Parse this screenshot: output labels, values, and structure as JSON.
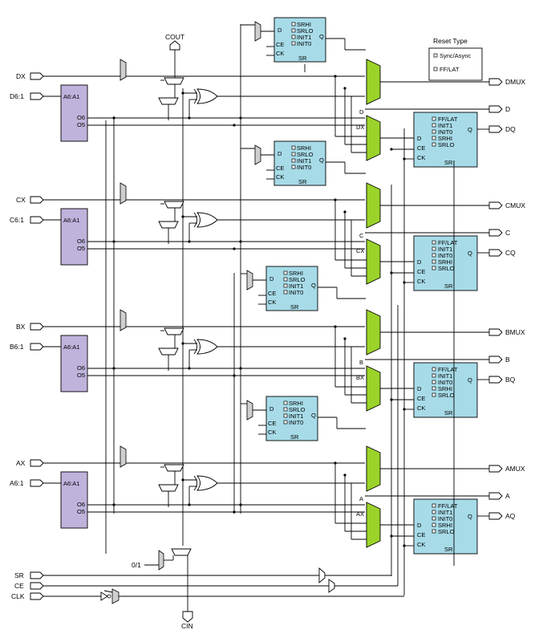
{
  "reset_type": {
    "title": "Reset Type",
    "options": [
      "Sync/Async",
      "FF/LAT"
    ]
  },
  "top_port": "COUT",
  "bottom_port": "CIN",
  "zero_one": "0/1",
  "control_inputs": [
    "SR",
    "CE",
    "CLK"
  ],
  "lut_labels": {
    "addr": "A6:A1",
    "o6": "O6",
    "o5": "O5"
  },
  "ff_top_pins": {
    "d": "D",
    "ce": "CE",
    "ck": "CK",
    "q": "Q",
    "sr": "SR"
  },
  "ff_top_inits": [
    "SRHI",
    "SRLO",
    "INIT1",
    "INIT0"
  ],
  "ff_bottom_inits": [
    "FF/LAT",
    "INIT1",
    "INIT0",
    "SRHI",
    "SRLO"
  ],
  "slices": [
    {
      "x_in": "DX",
      "lut_in": "D6:1",
      "mux_out": "DMUX",
      "comb_out": "D",
      "reg_out": "DQ",
      "mux_label_out": "D",
      "mux_label_x": "DX"
    },
    {
      "x_in": "CX",
      "lut_in": "C6:1",
      "mux_out": "CMUX",
      "comb_out": "C",
      "reg_out": "CQ",
      "mux_label_out": "C",
      "mux_label_x": "CX"
    },
    {
      "x_in": "BX",
      "lut_in": "B6:1",
      "mux_out": "BMUX",
      "comb_out": "B",
      "reg_out": "BQ",
      "mux_label_out": "B",
      "mux_label_x": "BX"
    },
    {
      "x_in": "AX",
      "lut_in": "A6:1",
      "mux_out": "AMUX",
      "comb_out": "A",
      "reg_out": "AQ",
      "mux_label_out": "A",
      "mux_label_x": "AX"
    }
  ]
}
